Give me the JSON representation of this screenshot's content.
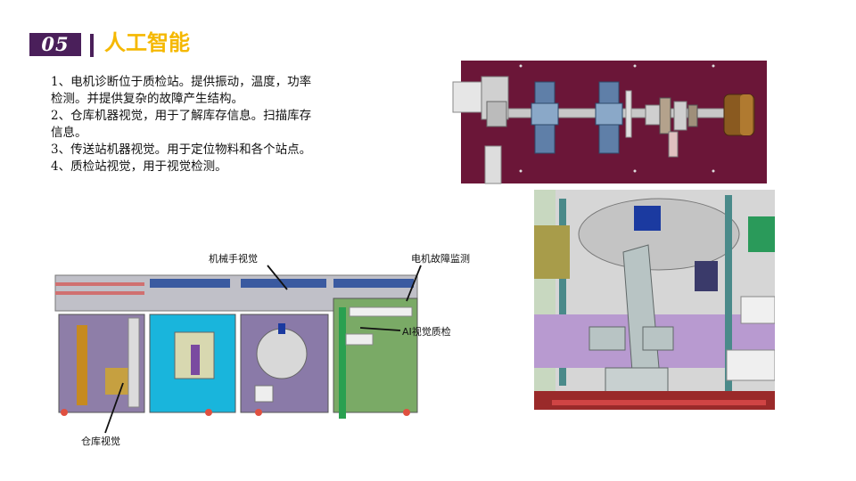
{
  "header": {
    "number": "05",
    "title": "人工智能"
  },
  "description": [
    "1、电机诊断位于质检站。提供振动，温度，功率检测。并提供复杂的故障产生结构。",
    "2、仓库机器视觉，用于了解库存信息。扫描库存信息。",
    "3、传送站机器视觉。用于定位物料和各个站点。",
    "4、质检站视觉，用于视觉检测。"
  ],
  "callouts": {
    "robot_arm_vision": "机械手视觉",
    "motor_fault_monitoring": "电机故障监测",
    "ai_vision_inspection": "AI视觉质检",
    "warehouse_vision": "仓库视觉"
  },
  "colors": {
    "badge": "#4a1f5a",
    "title": "#f5b800",
    "motor_background": "#6b1638"
  }
}
